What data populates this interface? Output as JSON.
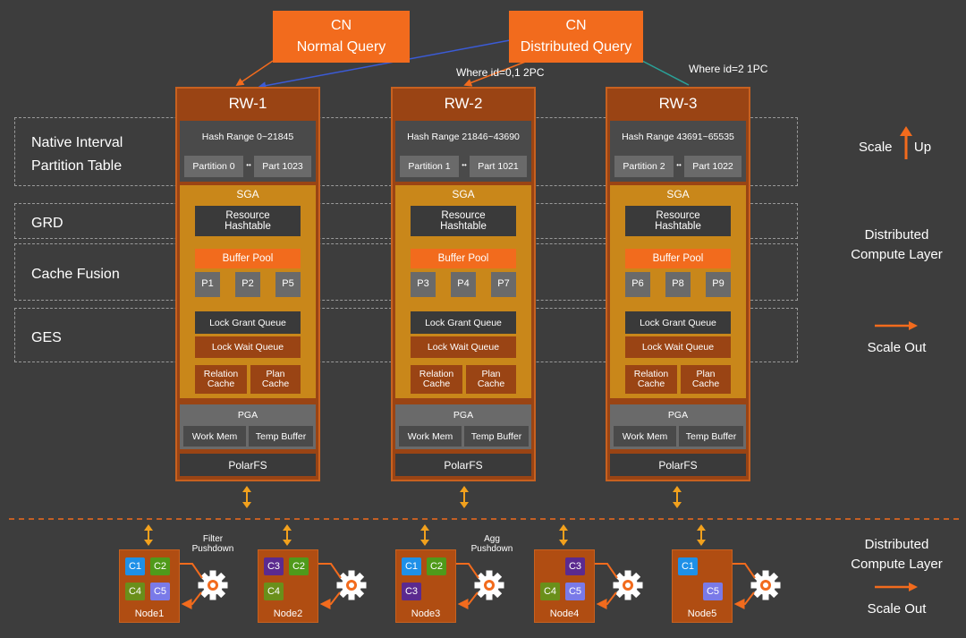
{
  "cn": [
    {
      "line1": "CN",
      "line2": "Normal Query"
    },
    {
      "line1": "CN",
      "line2": "Distributed Query"
    }
  ],
  "notes": {
    "rw2": "Where id=0,1 2PC",
    "rw3": "Where id=2 1PC"
  },
  "lanes": {
    "native_l1": "Native Interval",
    "native_l2": "Partition Table",
    "grd": "GRD",
    "cache_fusion": "Cache Fusion",
    "ges": "GES"
  },
  "rw": [
    {
      "title": "RW-1",
      "hash": "Hash Range 0~21845",
      "part_a": "Partition 0",
      "part_b": "Part 1023",
      "pages": [
        "P1",
        "P2",
        "P5"
      ]
    },
    {
      "title": "RW-2",
      "hash": "Hash Range 21846~43690",
      "part_a": "Partition 1",
      "part_b": "Part 1021",
      "pages": [
        "P3",
        "P4",
        "P7"
      ]
    },
    {
      "title": "RW-3",
      "hash": "Hash Range 43691~65535",
      "part_a": "Partition 2",
      "part_b": "Part 1022",
      "pages": [
        "P6",
        "P8",
        "P9"
      ]
    }
  ],
  "components": {
    "sga": "SGA",
    "resource_l1": "Resource",
    "resource_l2": "Hashtable",
    "buffer_pool": "Buffer Pool",
    "lock_grant": "Lock Grant Queue",
    "lock_wait": "Lock Wait Queue",
    "relation_l1": "Relation",
    "relation_l2": "Cache",
    "plan_l1": "Plan",
    "plan_l2": "Cache",
    "pga": "PGA",
    "work_mem": "Work Mem",
    "temp_buffer": "Temp Buffer",
    "polarfs": "PolarFS",
    "dots": "••"
  },
  "right": {
    "scale_up_a": "Scale",
    "scale_up_b": "Up",
    "dcl1_l1": "Distributed",
    "dcl1_l2": "Compute Layer",
    "scale_out1": "Scale Out",
    "dcl2_l1": "Distributed",
    "dcl2_l2": "Compute Layer",
    "scale_out2": "Scale Out"
  },
  "pushdown": {
    "filter_l1": "Filter",
    "filter_l2": "Pushdown",
    "agg_l1": "Agg",
    "agg_l2": "Pushdown"
  },
  "nodes": [
    {
      "name": "Node1",
      "chips": [
        "C1",
        "C2",
        "C4",
        "C5"
      ]
    },
    {
      "name": "Node2",
      "chips": [
        "C3",
        "C2",
        "C4"
      ]
    },
    {
      "name": "Node3",
      "chips": [
        "C1",
        "C2",
        "C3"
      ]
    },
    {
      "name": "Node4",
      "chips": [
        "C3",
        "C4",
        "C5"
      ]
    },
    {
      "name": "Node5",
      "chips": [
        "C1",
        "C5"
      ]
    }
  ],
  "colors": {
    "orange": "#f26b1d",
    "brown": "#9a4414",
    "gold": "#c9871a",
    "c1": "#1e90e8",
    "c2": "#4f9a1a",
    "c3": "#5b2a8f",
    "c4": "#6a8f1a",
    "c5": "#7a7ae8"
  }
}
